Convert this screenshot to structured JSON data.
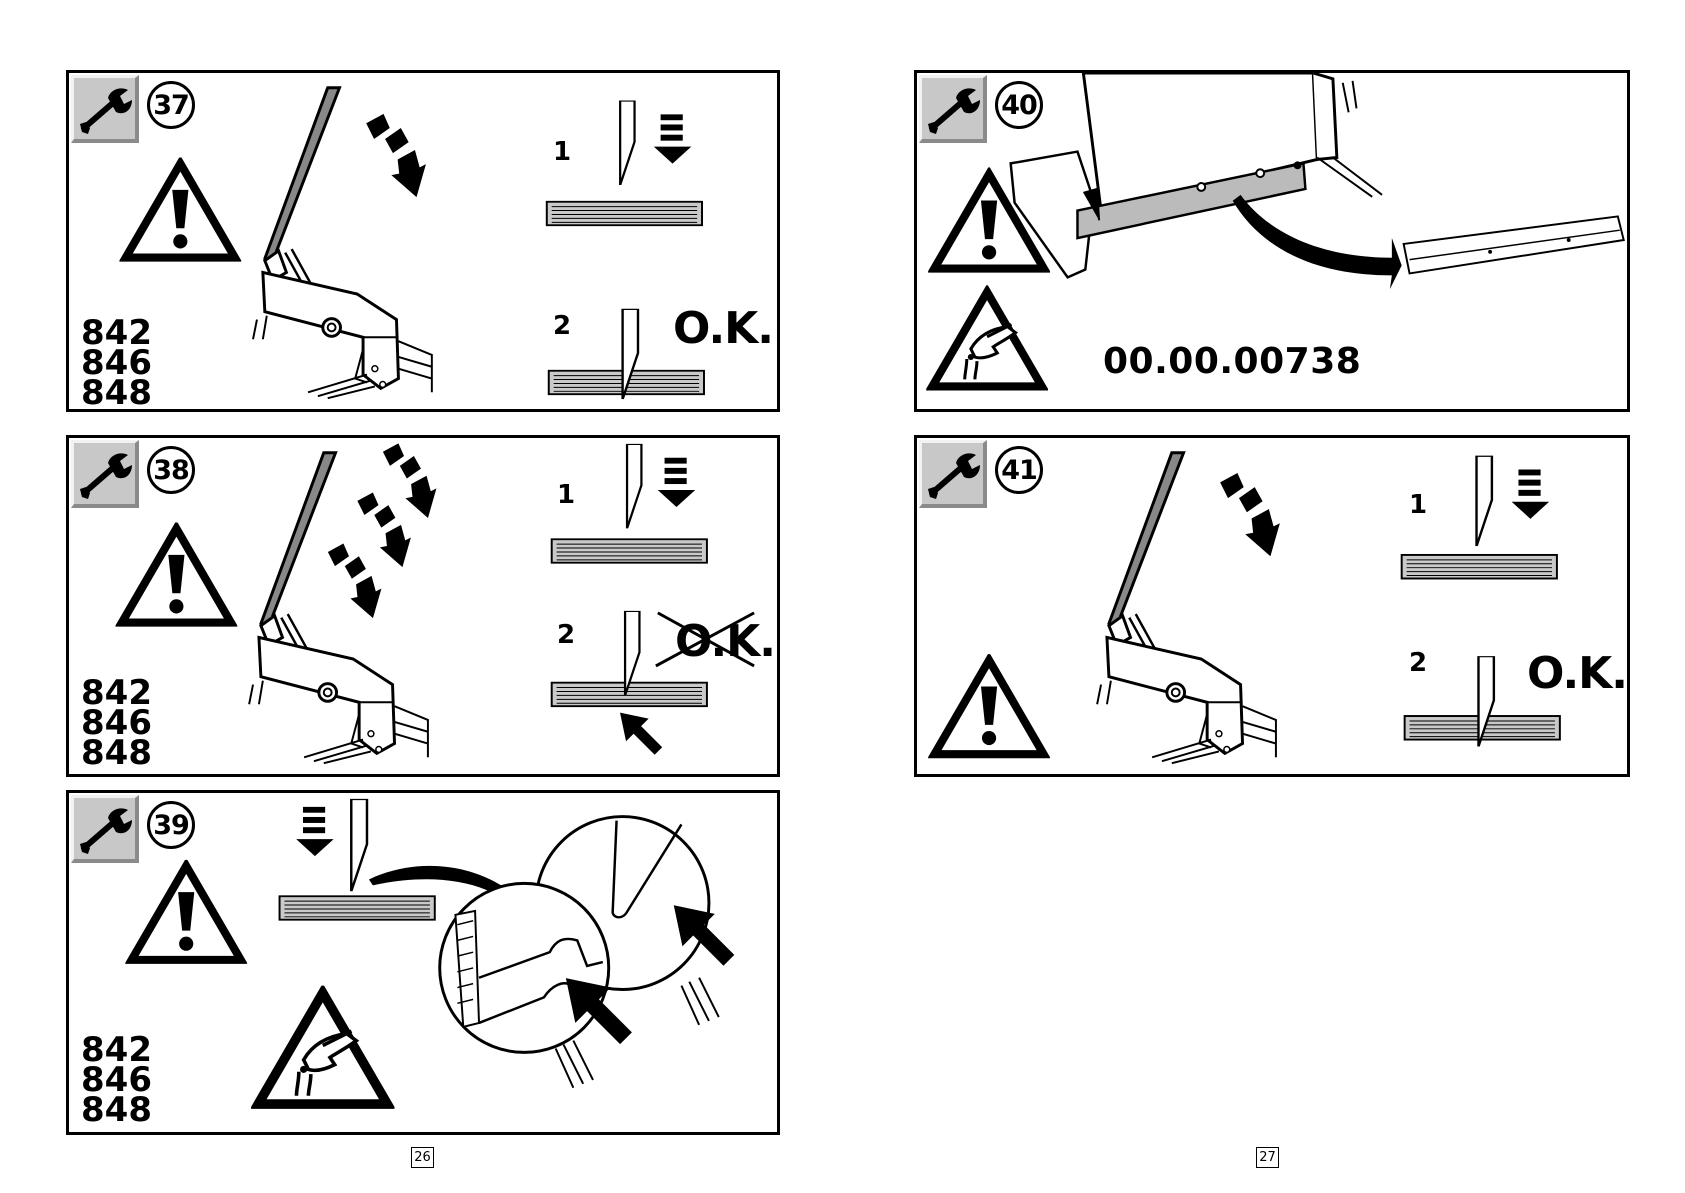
{
  "panels": {
    "p37": {
      "number": "37",
      "models": [
        "842",
        "846",
        "848"
      ],
      "step1": "1",
      "step2": "2",
      "status": "O.K."
    },
    "p38": {
      "number": "38",
      "models": [
        "842",
        "846",
        "848"
      ],
      "step1": "1",
      "step2": "2",
      "status": "O.K."
    },
    "p39": {
      "number": "39",
      "models": [
        "842",
        "846",
        "848"
      ]
    },
    "p40": {
      "number": "40",
      "part_number": "00.00.00738"
    },
    "p41": {
      "number": "41",
      "step1": "1",
      "step2": "2",
      "status": "O.K."
    }
  },
  "pages": {
    "left": "26",
    "right": "27"
  },
  "icons": [
    "wrench-icon",
    "warning-triangle-icon",
    "cut-hazard-icon",
    "rotation-arrow-icon",
    "down-arrow-icon",
    "pointer-arrow-icon",
    "magnifier-icon"
  ]
}
